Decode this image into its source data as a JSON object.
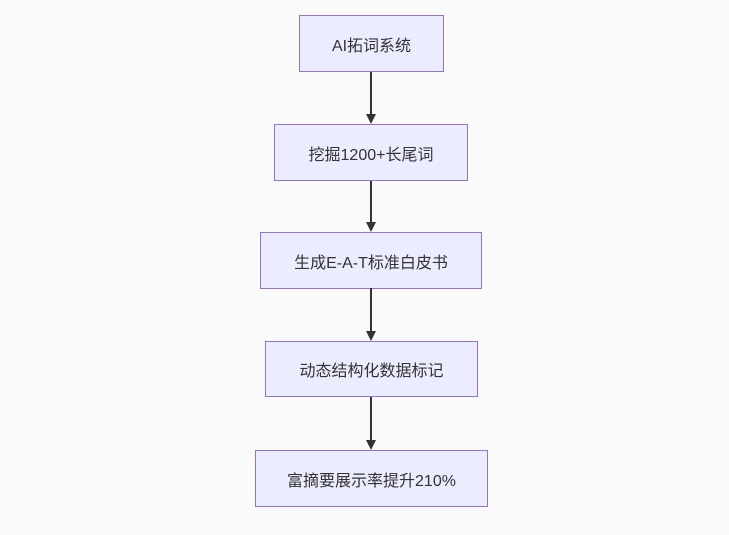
{
  "diagram": {
    "type": "flowchart",
    "direction": "top-to-bottom",
    "nodes": [
      {
        "label": "AI拓词系统"
      },
      {
        "label": "挖掘1200+长尾词"
      },
      {
        "label": "生成E-A-T标准白皮书"
      },
      {
        "label": "动态结构化数据标记"
      },
      {
        "label": "富摘要展示率提升210%"
      }
    ],
    "edges": [
      {
        "from": 0,
        "to": 1
      },
      {
        "from": 1,
        "to": 2
      },
      {
        "from": 2,
        "to": 3
      },
      {
        "from": 3,
        "to": 4
      }
    ],
    "colors": {
      "background": "#FAFAFA",
      "node_fill": "#ECECFF",
      "node_border": "#9370DB",
      "edge": "#333333",
      "text": "#333333"
    }
  }
}
